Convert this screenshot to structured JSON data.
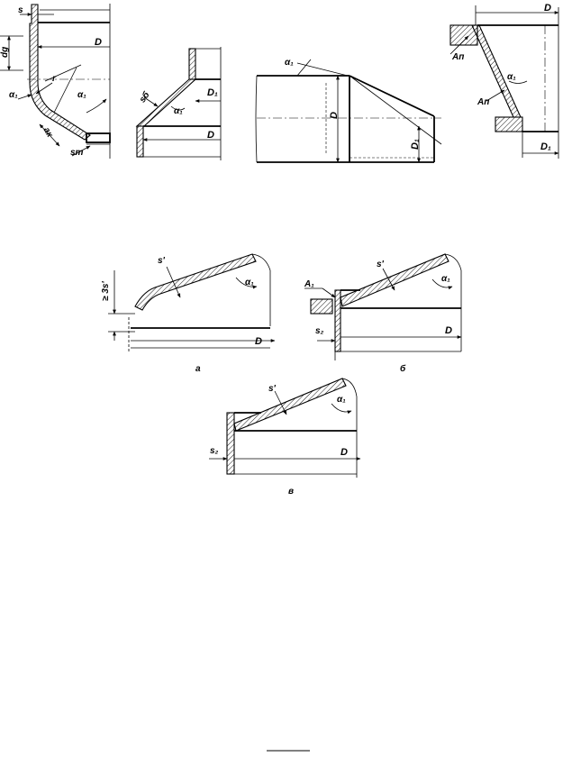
{
  "figure_1": {
    "labels": {
      "s": "s",
      "D": "D",
      "d_s": "dg",
      "r": "r",
      "alpha_1": "α₁",
      "alpha_1_b": "α₁",
      "a_k": "aк",
      "s_t": "sт"
    }
  },
  "figure_2": {
    "labels": {
      "s_b": "sб",
      "D1": "D₁",
      "alpha_1": "α₁",
      "D": "D"
    }
  },
  "figure_3": {
    "labels": {
      "alpha_1": "α₁",
      "D": "D",
      "D1": "D₁"
    }
  },
  "figure_4": {
    "labels": {
      "D": "D",
      "A_n_top": "Aп",
      "alpha_1": "α₁",
      "A_n_bottom": "Aп",
      "D1": "D₁"
    }
  },
  "figure_a": {
    "labels": {
      "s_prime": "s'",
      "alpha_1": "α₁",
      "dim": "≥ 3s'",
      "D": "D"
    },
    "caption": "а"
  },
  "figure_b": {
    "labels": {
      "A1": "A₁",
      "s_prime": "s'",
      "alpha_1": "α₁",
      "s2": "s₂",
      "D": "D"
    },
    "caption": "б"
  },
  "figure_v": {
    "labels": {
      "s_prime": "s'",
      "alpha_1": "α₁",
      "s2": "s₂",
      "D": "D"
    },
    "caption": "в"
  }
}
